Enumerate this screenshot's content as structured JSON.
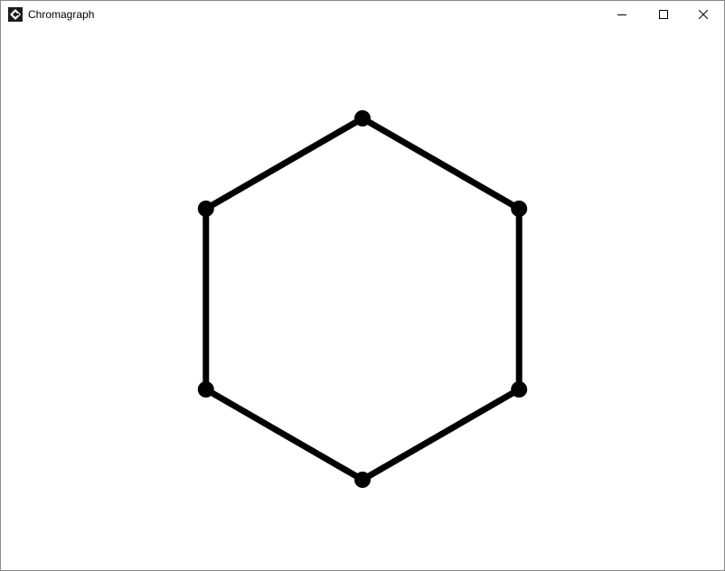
{
  "window": {
    "title": "Chromagraph",
    "app_icon": "chromagraph-logo-icon",
    "controls": [
      "minimize-icon",
      "maximize-icon",
      "close-icon"
    ]
  },
  "graph": {
    "vertices": [
      "v1",
      "v2",
      "v3",
      "v4",
      "v5",
      "v6"
    ],
    "edges": [
      [
        "v1",
        "v2"
      ],
      [
        "v2",
        "v3"
      ],
      [
        "v3",
        "v4"
      ],
      [
        "v4",
        "v5"
      ],
      [
        "v5",
        "v6"
      ],
      [
        "v6",
        "v1"
      ]
    ],
    "vertex_color": "#000000",
    "edge_color": "#000000"
  }
}
